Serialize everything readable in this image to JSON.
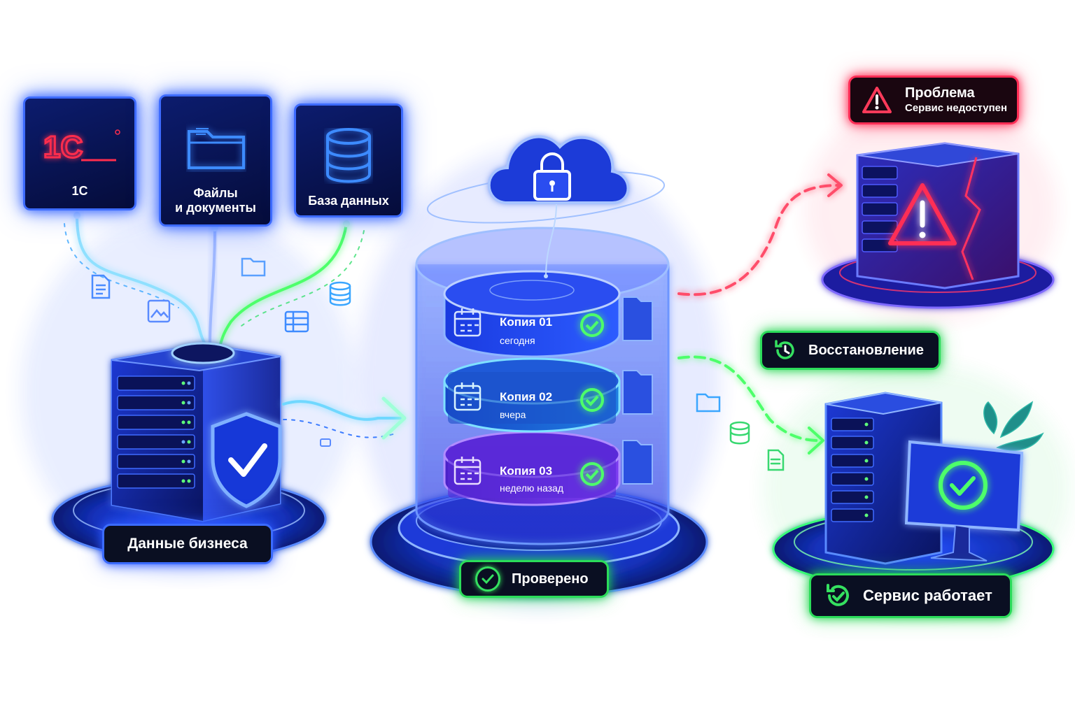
{
  "sources": [
    {
      "label": "1С",
      "icon": "1c-logo-icon",
      "logo_text": "1С"
    },
    {
      "label": "Файлы\nи документы",
      "icon": "folder-icon"
    },
    {
      "label": "База данных",
      "icon": "database-icon"
    }
  ],
  "business_data": {
    "label": "Данные бизнеса",
    "icon": "shield-check-icon"
  },
  "backups": [
    {
      "title": "Копия 01",
      "subtitle": "сегодня",
      "icon": "calendar-icon"
    },
    {
      "title": "Копия 02",
      "subtitle": "вчера",
      "icon": "calendar-icon"
    },
    {
      "title": "Копия 03",
      "subtitle": "неделю назад",
      "icon": "calendar-icon"
    }
  ],
  "verified": {
    "label": "Проверено",
    "icon": "check-circle-icon"
  },
  "problem": {
    "title": "Проблема",
    "subtitle": "Сервис недоступен",
    "icon": "warning-icon"
  },
  "recovery": {
    "label": "Восстановление",
    "icon": "restore-icon"
  },
  "service_ok": {
    "label": "Сервис работает",
    "icon": "restore-check-icon"
  },
  "colors": {
    "blue": "#2f5cff",
    "green": "#2bdc5a",
    "red": "#ff2d55",
    "purple": "#8a3dff",
    "dark": "#0a0f22"
  }
}
